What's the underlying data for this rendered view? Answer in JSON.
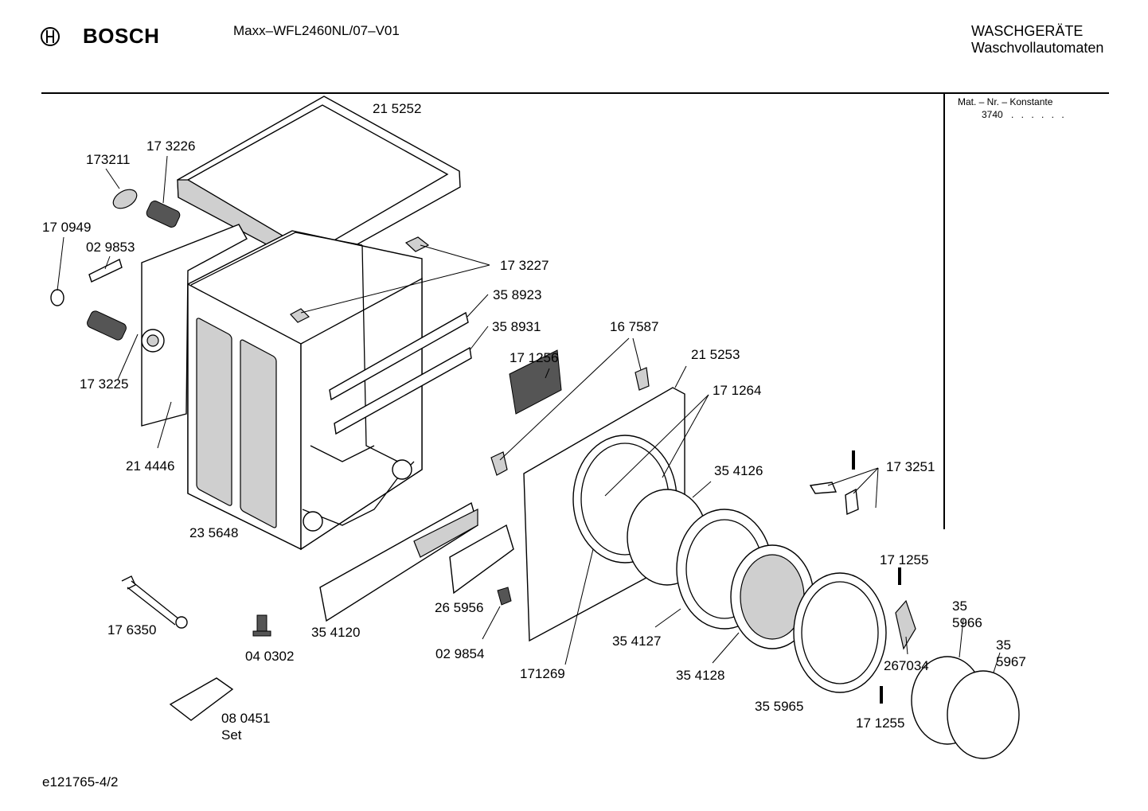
{
  "header": {
    "brand": "BOSCH",
    "model": "Maxx–WFL2460NL/07–V01",
    "category_line1": "WASCHGERÄTE",
    "category_line2": "Waschvollautomaten"
  },
  "material_box": {
    "title": "Mat. – Nr. – Konstante",
    "code": "3740",
    "dots": ". . . . . ."
  },
  "footer": {
    "doc_id": "e121765-4/2"
  },
  "parts": [
    {
      "id": "215252",
      "label": "21 5252"
    },
    {
      "id": "173211",
      "label": "173211"
    },
    {
      "id": "173226",
      "label": "17 3226"
    },
    {
      "id": "170949",
      "label": "17 0949"
    },
    {
      "id": "029853",
      "label": "02 9853"
    },
    {
      "id": "173227",
      "label": "17 3227"
    },
    {
      "id": "358923",
      "label": "35 8923"
    },
    {
      "id": "358931",
      "label": "35 8931"
    },
    {
      "id": "167587",
      "label": "16 7587"
    },
    {
      "id": "171256",
      "label": "17 1256"
    },
    {
      "id": "215253",
      "label": "21 5253"
    },
    {
      "id": "171264",
      "label": "17 1264"
    },
    {
      "id": "173225",
      "label": "17 3225"
    },
    {
      "id": "214446",
      "label": "21 4446"
    },
    {
      "id": "354126",
      "label": "35 4126"
    },
    {
      "id": "173251",
      "label": "17 3251"
    },
    {
      "id": "235648",
      "label": "23 5648"
    },
    {
      "id": "171255a",
      "label": "17 1255"
    },
    {
      "id": "355966",
      "label": "35\n5966"
    },
    {
      "id": "265956",
      "label": "26 5956"
    },
    {
      "id": "176350",
      "label": "17 6350"
    },
    {
      "id": "354120",
      "label": "35 4120"
    },
    {
      "id": "354127",
      "label": "35 4127"
    },
    {
      "id": "355967",
      "label": "35\n5967"
    },
    {
      "id": "267034",
      "label": "267034"
    },
    {
      "id": "040302",
      "label": "04 0302"
    },
    {
      "id": "029854",
      "label": "02 9854"
    },
    {
      "id": "171269",
      "label": "171269"
    },
    {
      "id": "354128",
      "label": "35 4128"
    },
    {
      "id": "355965",
      "label": "35 5965"
    },
    {
      "id": "171255b",
      "label": "17 1255"
    },
    {
      "id": "080451",
      "label": "08 0451\nSet"
    }
  ]
}
